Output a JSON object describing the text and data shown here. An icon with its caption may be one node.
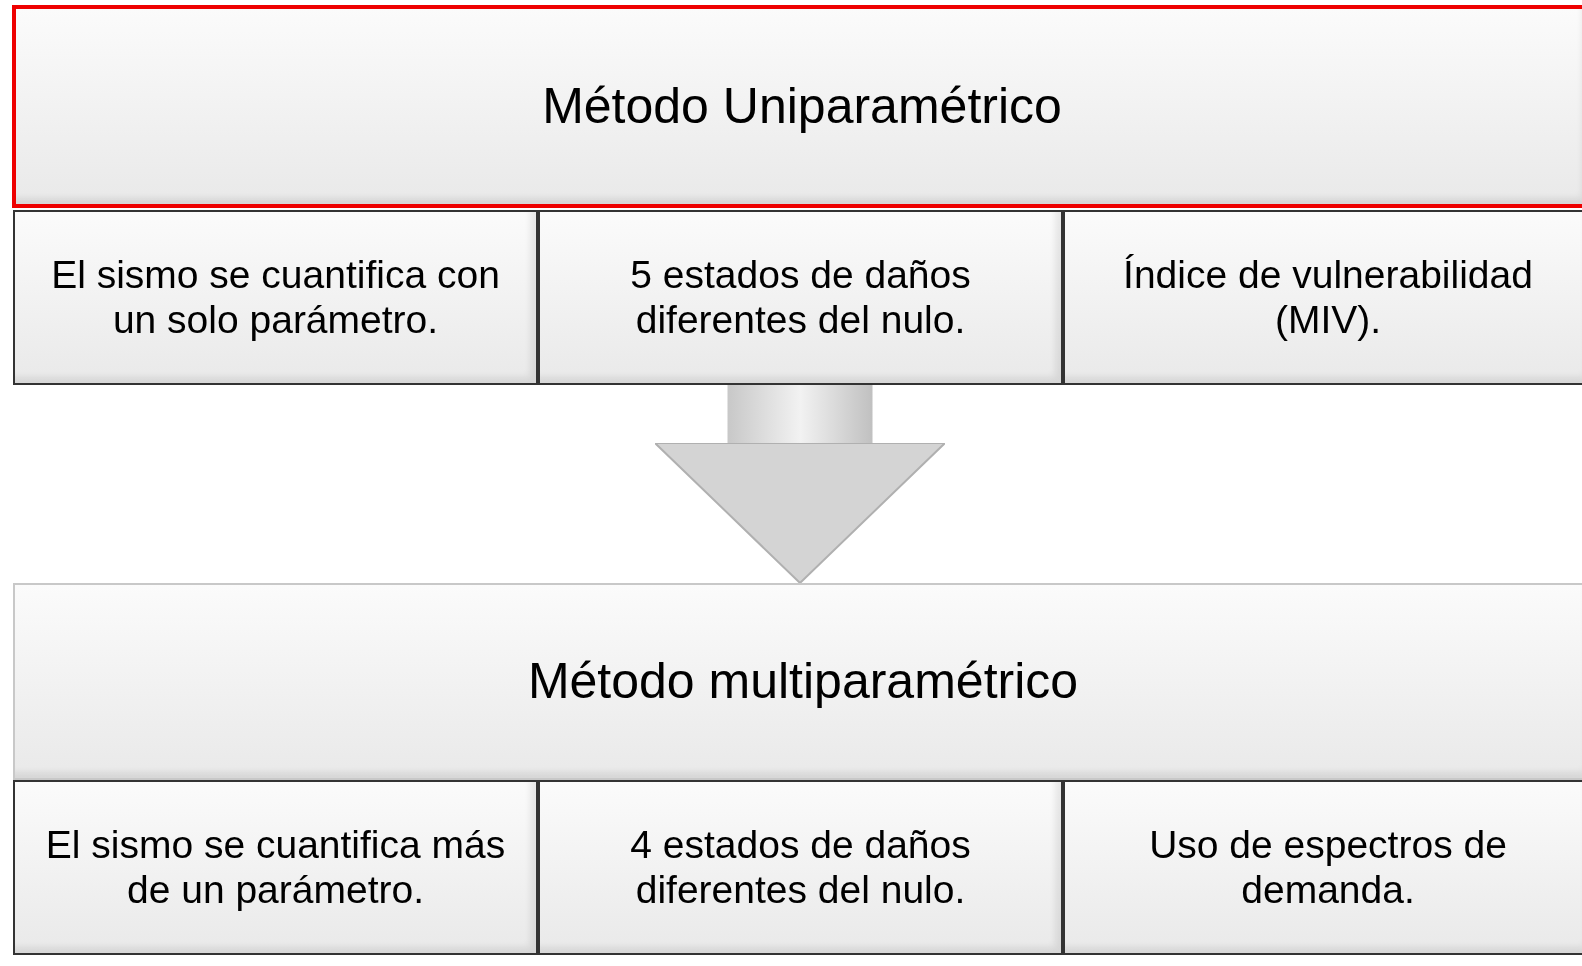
{
  "diagram": {
    "nodes": [
      {
        "text": [
          "Método Uniparamétrico"
        ]
      },
      {
        "text": [
          "El sismo se cuantifica con un solo parámetro."
        ]
      },
      {
        "text": [
          "5 estados de daños diferentes del nulo."
        ]
      },
      {
        "text": [
          "Índice de vulnerabilidad (MIV)."
        ]
      },
      {
        "text": [
          "Método multiparamétrico"
        ]
      },
      {
        "text": [
          "El sismo se cuantifica más de un parámetro."
        ]
      },
      {
        "text": [
          "4 estados de daños diferentes del nulo."
        ]
      },
      {
        "text": [
          "Uso de espectros de demanda."
        ]
      }
    ],
    "edges": [
      {
        "from": 2,
        "to": 4,
        "arrow": "to",
        "style": "thick"
      }
    ]
  }
}
